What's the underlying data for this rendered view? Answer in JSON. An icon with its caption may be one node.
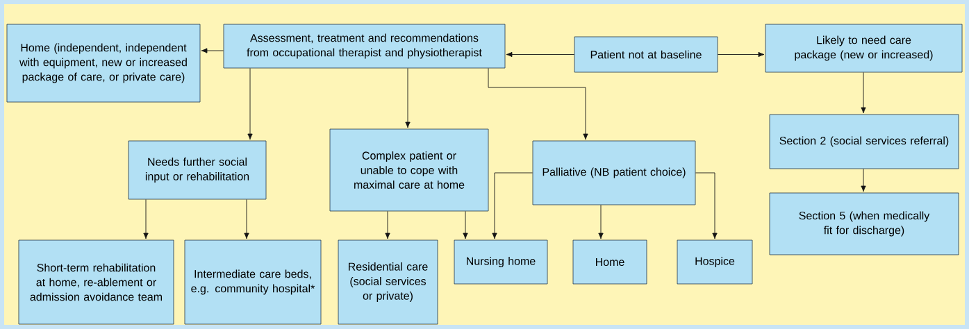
{
  "diagram": {
    "nodes": [
      {
        "text": [
          "Home (independent, independent with equipment, new or increased package of care, or private care)"
        ]
      },
      {
        "text": [
          "Assessment, treatment and recommendations from occupational therapist and physiotherapist"
        ]
      },
      {
        "text": [
          "Patient not at baseline"
        ]
      },
      {
        "text": [
          "Likely to need care package (new or increased)"
        ]
      },
      {
        "text": [
          "Needs further social input or rehabilitation"
        ]
      },
      {
        "text": [
          "Complex patient or unable to cope with maximal care at home"
        ]
      },
      {
        "text": [
          "Palliative (NB patient choice)"
        ]
      },
      {
        "text": [
          "Section 2 (social services referral)"
        ]
      },
      {
        "text": [
          "Section 5 (when medically fit for discharge)"
        ]
      },
      {
        "text": [
          "Short-term rehabilitation at home, re-ablement or admission avoidance team"
        ]
      },
      {
        "text": [
          "Intermediate care beds, e.g. community hospital*"
        ]
      },
      {
        "text": [
          "Residential care (social services or private)"
        ]
      },
      {
        "text": [
          "Nursing home"
        ]
      },
      {
        "text": [
          "Home"
        ]
      },
      {
        "text": [
          "Hospice"
        ]
      }
    ],
    "edges": [
      {
        "from": 2,
        "to": 1,
        "arrow": "to"
      },
      {
        "from": 2,
        "to": 3,
        "arrow": "to"
      },
      {
        "from": 1,
        "to": 0,
        "arrow": "to"
      },
      {
        "from": 1,
        "to": 4,
        "arrow": "to"
      },
      {
        "from": 1,
        "to": 5,
        "arrow": "to"
      },
      {
        "from": 1,
        "to": 6,
        "arrow": "to"
      },
      {
        "from": 3,
        "to": 7,
        "arrow": "to"
      },
      {
        "from": 7,
        "to": 8,
        "arrow": "to"
      },
      {
        "from": 4,
        "to": 9,
        "arrow": "to"
      },
      {
        "from": 4,
        "to": 10,
        "arrow": "to"
      },
      {
        "from": 5,
        "to": 11,
        "arrow": "to"
      },
      {
        "from": 5,
        "to": 12,
        "arrow": "to"
      },
      {
        "from": 6,
        "to": 12,
        "arrow": "to"
      },
      {
        "from": 6,
        "to": 13,
        "arrow": "to"
      },
      {
        "from": 6,
        "to": 14,
        "arrow": "to"
      }
    ]
  }
}
